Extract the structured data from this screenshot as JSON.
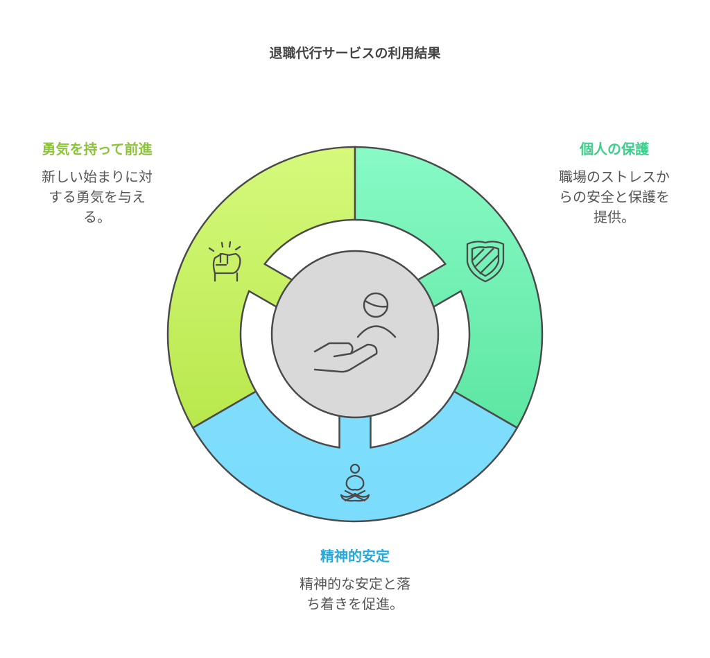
{
  "title": "退職代行サービスの利用結果",
  "segments": [
    {
      "id": "courage",
      "heading": "勇気を持って前進",
      "desc": [
        "新しい始まりに対",
        "する勇気を与え",
        "る。"
      ],
      "color_top": "#d6f97c",
      "color_bottom": "#b8e84c",
      "heading_color": "#8cc43a",
      "icon": "raised-fist-icon"
    },
    {
      "id": "protection",
      "heading": "個人の保護",
      "desc": [
        "職場のストレスか",
        "らの安全と保護を",
        "提供。"
      ],
      "color_top": "#88fac6",
      "color_bottom": "#5de6a2",
      "heading_color": "#3dcf8c",
      "icon": "shield-icon"
    },
    {
      "id": "mental",
      "heading": "精神的安定",
      "desc": [
        "精神的な安定と落",
        "ち着きを促進。"
      ],
      "color_top": "#80def9",
      "color_bottom": "#7bdcfd",
      "heading_color": "#27a8da",
      "icon": "meditation-icon"
    }
  ],
  "center": {
    "icon": "hand-holding-person-icon",
    "color": "#d9d9d9"
  },
  "stroke_color": "#4a4a4a"
}
